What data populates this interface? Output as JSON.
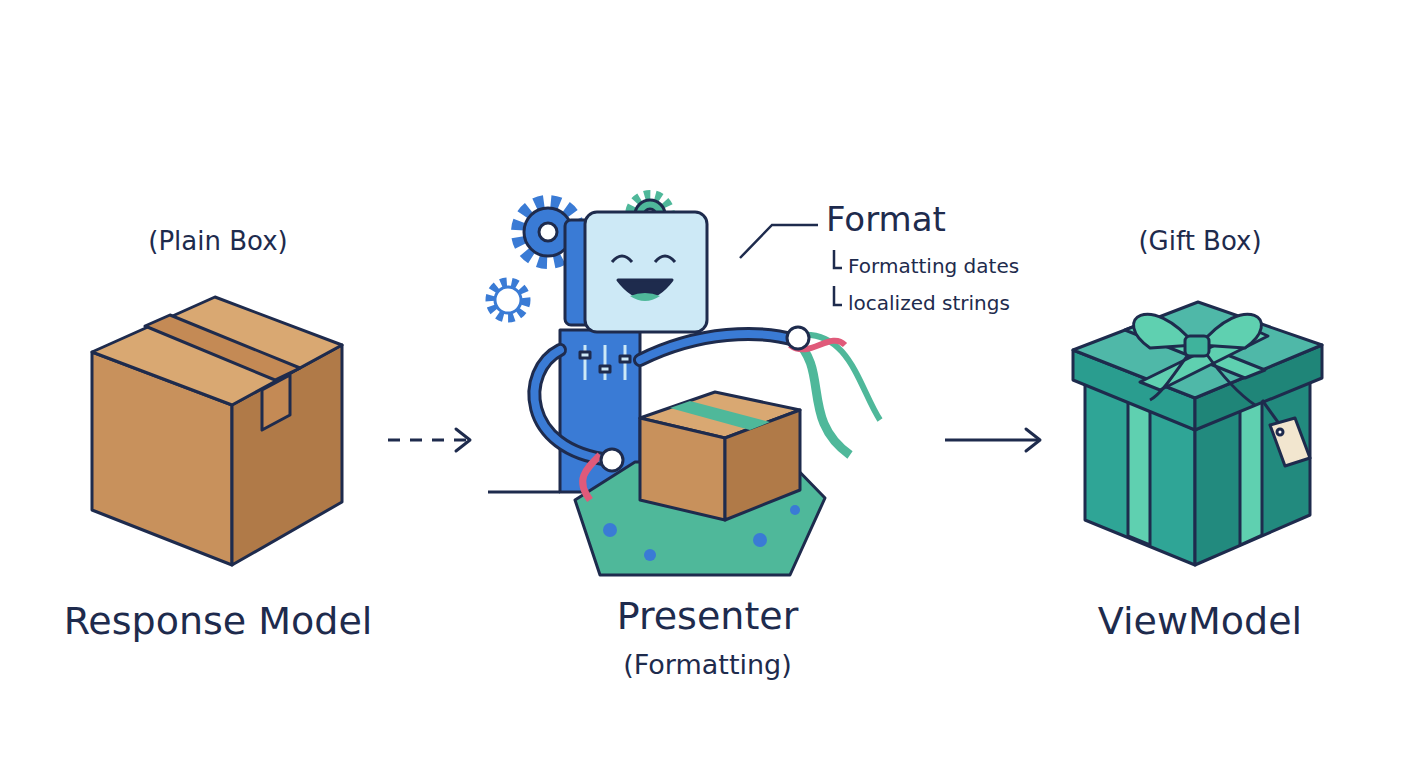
{
  "diagram": {
    "nodes": [
      {
        "text": [
          "(Plain Box)",
          "Response Model"
        ]
      },
      {
        "text": [
          "Presenter",
          "(Formatting)"
        ]
      },
      {
        "text": [
          "(Gift Box)",
          "ViewModel"
        ]
      }
    ],
    "edges": [
      {
        "from": 0,
        "to": 1,
        "arrow": "to"
      },
      {
        "from": 1,
        "to": 2,
        "arrow": "to"
      }
    ],
    "labels": [
      "Format",
      "Formatting dates",
      "localized strings"
    ]
  }
}
